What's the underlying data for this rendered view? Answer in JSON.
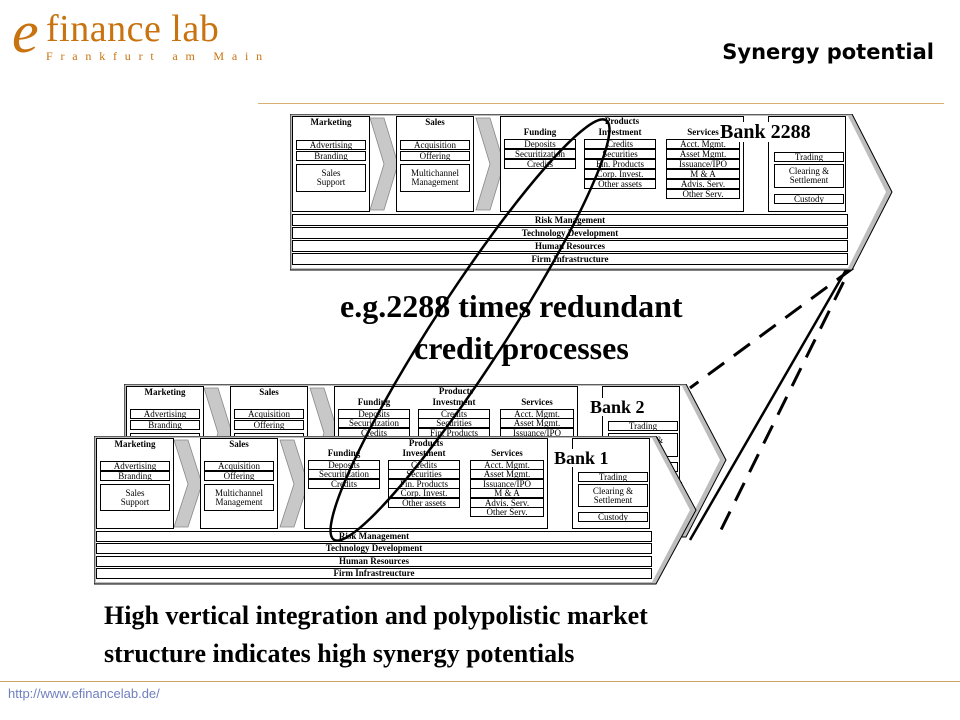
{
  "header": {
    "logo_e": "e",
    "logo_main": "finance lab",
    "logo_sub": "Frankfurt am Main",
    "title": "Synergy potential"
  },
  "footer": {
    "url": "http://www.efinancelab.de/"
  },
  "statements": {
    "redundant_line1": "e.g.2288 times redundant",
    "redundant_line2": "credit processes",
    "conclusion_line1": "High vertical integration and polypolistic market",
    "conclusion_line2": "structure indicates high synergy potentials"
  },
  "banks": {
    "bank_2288": "Bank 2288",
    "bank_2": "Bank 2",
    "bank_1": "Bank 1"
  },
  "value_chain": {
    "marketing": {
      "title": "Marketing",
      "items": [
        "Advertising",
        "Branding",
        "Sales\nSupport"
      ]
    },
    "sales": {
      "title": "Sales",
      "items": [
        "Acquisition",
        "Offering",
        "Multichannel\nManagement"
      ]
    },
    "products": {
      "title": "Products",
      "funding": {
        "title": "Funding",
        "items": [
          "Deposits",
          "Securitization",
          "Credits"
        ]
      },
      "investment": {
        "title": "Investment",
        "items": [
          "Credits",
          "Securities",
          "Fin. Products",
          "Corp. Invest.",
          "Other assets"
        ]
      },
      "services": {
        "title": "Services",
        "items": [
          "Acct. Mgmt.",
          "Asset Mgmt.",
          "Issuance/IPO",
          "M & A",
          "Advis. Serv.",
          "Other Serv."
        ]
      }
    },
    "transaction": {
      "items": [
        "Trading",
        "Clearing &\nSettlement",
        "Custody"
      ]
    },
    "support": [
      "Risk Management",
      "Technology Development",
      "Human Resources",
      "Firm Infrastructure"
    ],
    "support_bank1": [
      "Risk Management",
      "Technology Development",
      "Human Resources",
      "Firm Infrastreucture"
    ]
  }
}
